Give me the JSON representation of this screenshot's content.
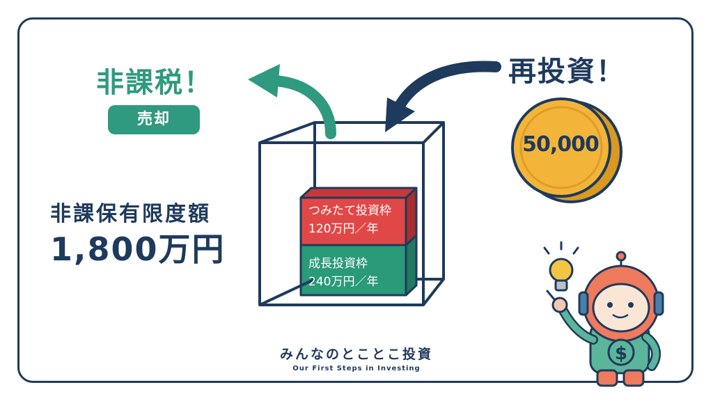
{
  "labels": {
    "tax_free": "非課税！",
    "sell": "売却",
    "reinvest": "再投資！",
    "limit_title": "非課保有限度額",
    "limit_value": "1,800万円"
  },
  "blocks": {
    "tsumitate": {
      "name": "つみたて投資枠",
      "amount": "120万円／年"
    },
    "growth": {
      "name": "成長投資枠",
      "amount": "240万円／年"
    }
  },
  "coin": {
    "amount": "50,000"
  },
  "brand": {
    "name": "みんなのとことこ投資",
    "tagline": "Our First Steps in Investing"
  },
  "colors": {
    "navy": "#1e3a5c",
    "teal": "#2f9a7f",
    "red": "#e04848",
    "green": "#2a9a78",
    "gold": "#f2b53a",
    "robot_orange": "#ef7a5e",
    "robot_suit": "#5bb59a"
  },
  "icons": [
    "curved-arrow-out-icon",
    "curved-arrow-in-icon",
    "coin-icon",
    "lightbulb-icon",
    "robot-mascot-icon"
  ]
}
